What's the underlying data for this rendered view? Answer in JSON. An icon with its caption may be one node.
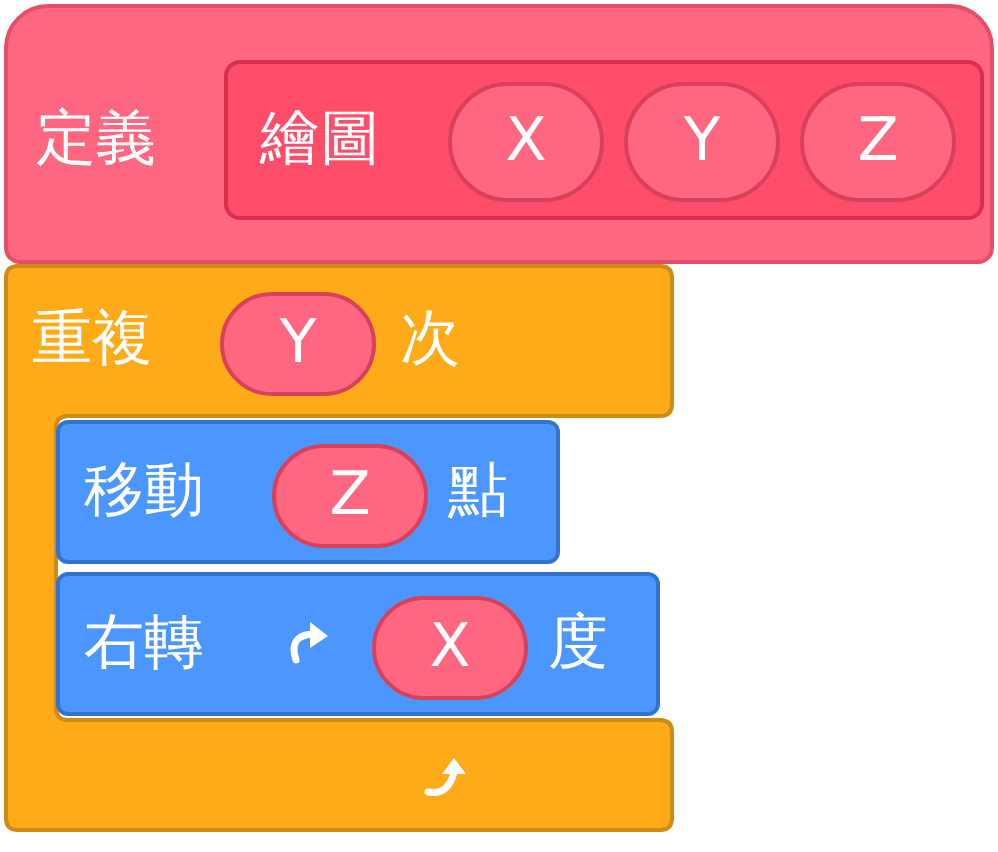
{
  "diagram": {
    "nodes": [
      {
        "text": [
          "定義"
        ]
      },
      {
        "text": [
          "繪圖"
        ],
        "in": 0
      },
      {
        "text": [
          "X"
        ],
        "in": 1
      },
      {
        "text": [
          "Y"
        ],
        "in": 1
      },
      {
        "text": [
          "Z"
        ],
        "in": 1
      },
      {
        "text": [
          "重複",
          "次"
        ]
      },
      {
        "text": [
          "Y"
        ],
        "in": 5
      },
      {
        "text": [
          "移動",
          "點"
        ],
        "in": 5
      },
      {
        "text": [
          "Z"
        ],
        "in": 7
      },
      {
        "text": [
          "右轉",
          "度"
        ],
        "in": 5
      },
      {
        "text": [
          "X"
        ],
        "in": 9
      }
    ]
  }
}
